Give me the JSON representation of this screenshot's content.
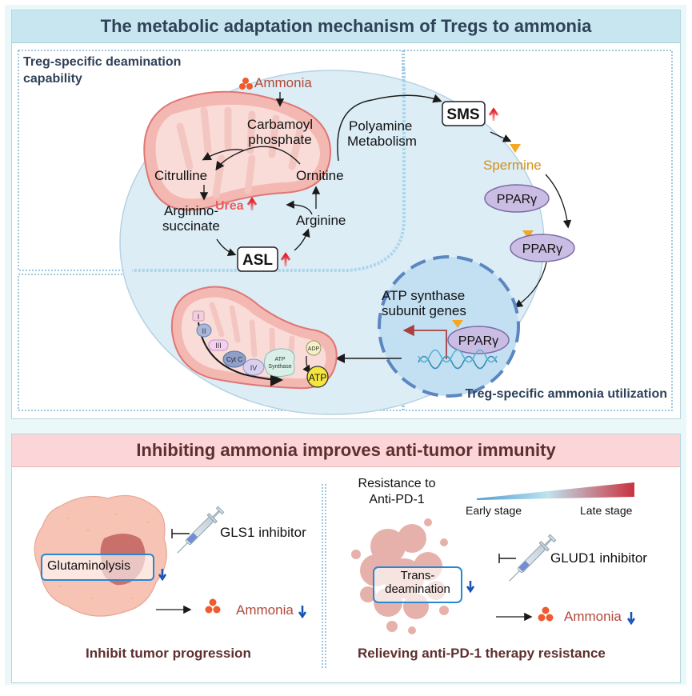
{
  "top_panel": {
    "title": "The metabolic adaptation mechanism of Tregs to ammonia",
    "section_left_label": "Treg-specific deamination capability",
    "section_left_label_line1": "Treg-specific deamination",
    "section_left_label_line2": "capability",
    "section_right_label": "Treg-specific ammonia utilization",
    "urea_cycle": {
      "ammonia": "Ammonia",
      "carbamoyl_line1": "Carbamoyl",
      "carbamoyl_line2": "phosphate",
      "citrulline": "Citrulline",
      "ornitine": "Ornitine",
      "argininosuccinate_line1": "Arginino-",
      "argininosuccinate_line2": "succinate",
      "arginine": "Arginine",
      "urea": "Urea",
      "asl": "ASL"
    },
    "polyamine": {
      "label_line1": "Polyamine",
      "label_line2": "Metabolism",
      "sms": "SMS",
      "spermine": "Spermine",
      "ppar": "PPARγ"
    },
    "nucleus": {
      "genes_line1": "ATP synthase",
      "genes_line2": "subunit genes",
      "ppar": "PPARγ"
    },
    "etc": {
      "complex_1": "I",
      "complex_2": "II",
      "complex_3": "III",
      "cyt_c": "Cyt C",
      "complex_4": "IV",
      "atp_synthase_line1": "ATP",
      "atp_synthase_line2": "Synthase",
      "adp": "ADP",
      "atp": "ATP"
    }
  },
  "bottom_panel": {
    "title": "Inhibiting ammonia improves anti-tumor immunity",
    "left": {
      "process": "Glutaminolysis",
      "inhibitor": "GLS1 inhibitor",
      "ammonia": "Ammonia",
      "caption": "Inhibit tumor progression"
    },
    "right": {
      "resistance_line1": "Resistance to",
      "resistance_line2": "Anti-PD-1",
      "early": "Early stage",
      "late": "Late stage",
      "process_line1": "Trans-",
      "process_line2": "deamination",
      "inhibitor": "GLUD1 inhibitor",
      "ammonia": "Ammonia",
      "caption": "Relieving anti-PD-1 therapy resistance"
    }
  },
  "colors": {
    "up_arrow": "#e8141c",
    "down_arrow": "#1553b5",
    "ammonia_text": "#b04a3a",
    "ammonia_dot": "#ef5a2e",
    "spermine": "#d49018",
    "ppar_fill": "#c9bde3",
    "urea_text": "#f15a5a"
  }
}
